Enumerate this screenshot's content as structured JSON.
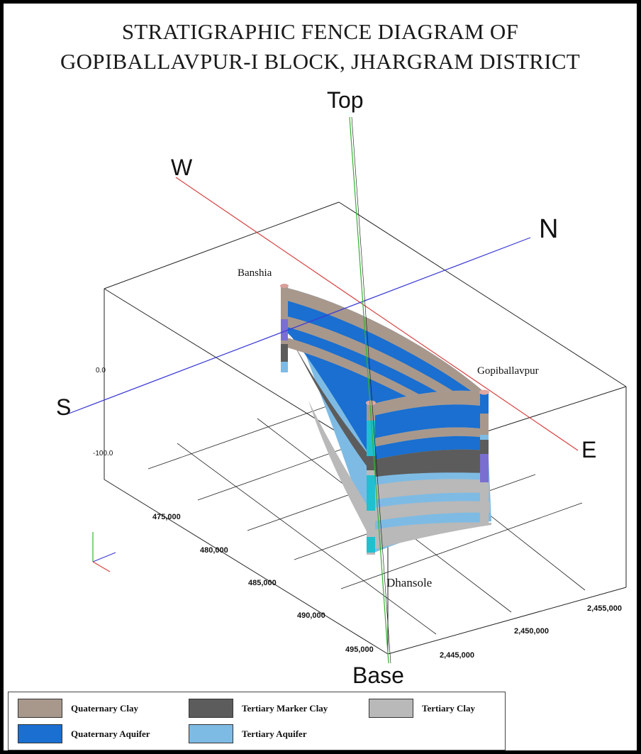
{
  "title": {
    "line1": "STRATIGRAPHIC FENCE DIAGRAM OF",
    "line2": "GOPIBALLAVPUR-I BLOCK, JHARGRAM DISTRICT"
  },
  "axes": {
    "vertical_top": "Top",
    "vertical_bottom": "Base",
    "west": "W",
    "east": "E",
    "north": "N",
    "south": "S"
  },
  "depth_ticks": [
    "0.0",
    "-100.0"
  ],
  "easting_ticks": [
    "475,000",
    "480,000",
    "485,000",
    "490,000",
    "495,000"
  ],
  "northing_ticks": [
    "2,445,000",
    "2,450,000",
    "2,455,000"
  ],
  "wells": [
    "Banshia",
    "Gopiballavpur",
    "Dhansole"
  ],
  "colors": {
    "quaternary_clay": "#a8988c",
    "quaternary_aquifer": "#1a6fd0",
    "tertiary_marker_clay": "#5c5c5c",
    "tertiary_aquifer": "#7ebbe4",
    "tertiary_clay": "#b9b9b9",
    "axis_ns": "#3a3ad6",
    "axis_we": "#d84040",
    "axis_vertical": "#2fb52f"
  },
  "legend": [
    {
      "label": "Quaternary Clay",
      "color": "#a8988c"
    },
    {
      "label": "Tertiary Marker Clay",
      "color": "#5c5c5c"
    },
    {
      "label": "Tertiary Clay",
      "color": "#b9b9b9"
    },
    {
      "label": "Quaternary Aquifer",
      "color": "#1a6fd0"
    },
    {
      "label": "Tertiary Aquifer",
      "color": "#7ebbe4"
    }
  ]
}
